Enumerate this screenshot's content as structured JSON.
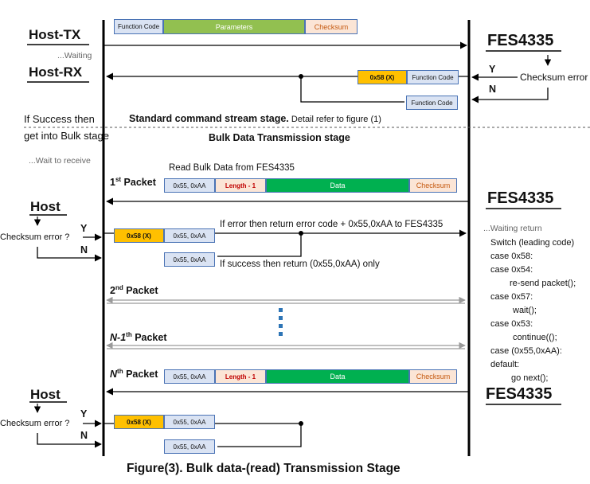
{
  "top": {
    "host_tx": "Host-TX",
    "waiting": "...Waiting",
    "host_rx": "Host-RX",
    "fes": "FES4335",
    "function_code": "Function Code",
    "parameters": "Parameters",
    "checksum": "Checksum",
    "ack": "0x58 (X)",
    "checksum_error": "Checksum error",
    "y": "Y",
    "n": "N"
  },
  "stage": {
    "success_line1": "If Success then",
    "success_line2": "get into Bulk stage",
    "standard_bold": "Standard command stream stage.",
    "standard_rest": " Detail refer to figure (1)",
    "bulk_title": "Bulk Data Transmission stage",
    "wait_receive": "...Wait to receive",
    "read_bulk": "Read Bulk Data from FES4335"
  },
  "packet": {
    "first": "1",
    "first_sup": "st",
    "second": "2",
    "second_sup": "nd",
    "n1_italic": "N-1",
    "n1_sup": "th",
    "nth": "N",
    "nth_sup": "th",
    "word": " Packet",
    "header": "0x55, 0xAA",
    "length": "Length - 1",
    "data": "Data",
    "checksum": "Checksum",
    "ack": "0x58 (X)",
    "reply": "0x55, 0xAA"
  },
  "bulk": {
    "host": "Host",
    "checksum_q": "Checksum error ?",
    "y": "Y",
    "n": "N",
    "fes": "FES4335",
    "if_error": "If error then return error code + 0x55,0xAA to FES4335",
    "if_success": "If success then return (0x55,0xAA) only",
    "waiting_return": "...Waiting return"
  },
  "code_lines": [
    "Switch (leading code)",
    "case 0x58:",
    "case 0x54:",
    "re-send packet();",
    "case 0x57:",
    "wait();",
    "case 0x53:",
    "continue(();",
    "case (0x55,0xAA):",
    "default:",
    "go next();"
  ],
  "caption": "Figure(3). Bulk data-(read) Transmission Stage",
  "colors": {
    "function_code_fill": "#dae3f3",
    "parameters_fill": "#92c050",
    "checksum_fill": "#fbe5d6",
    "ack_fill": "#ffc000",
    "data_fill": "#00b050",
    "length_text": "#c00000",
    "checksum_text": "#c55a11"
  }
}
